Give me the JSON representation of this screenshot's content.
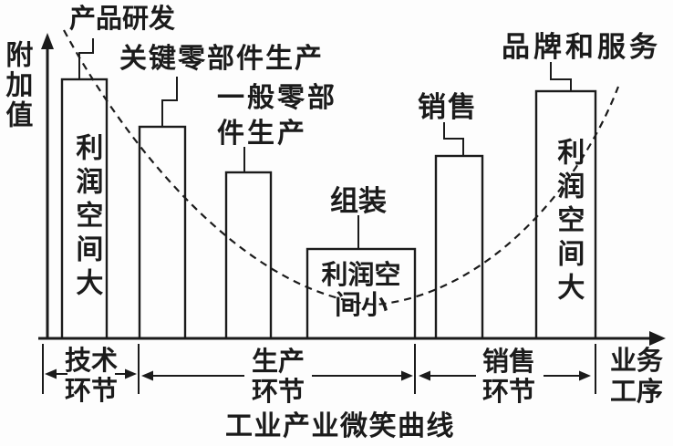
{
  "title": "工业产业微笑曲线",
  "y_axis_label": "附加值",
  "x_axis_label": {
    "line1": "业务",
    "line2": "工序"
  },
  "labels": {
    "rd": "产品研发",
    "key_components": "关键零部件生产",
    "general_parts_line1": "一般零部",
    "general_parts_line2": "件生产",
    "assembly": "组装",
    "sales": "销售",
    "brand_service": "品牌和服务"
  },
  "bar_inner": {
    "profit_large_left": "利润空间大",
    "profit_small_line1": "利润空",
    "profit_small_line2": "间小",
    "profit_large_right": "利润空间大"
  },
  "sections": {
    "tech": {
      "line1": "技术",
      "line2": "环节"
    },
    "production": {
      "line1": "生产",
      "line2": "环节"
    },
    "sales": {
      "line1": "销售",
      "line2": "环节"
    }
  },
  "colors": {
    "ink": "#1b1b1b",
    "background": "#fdfdfd"
  }
}
